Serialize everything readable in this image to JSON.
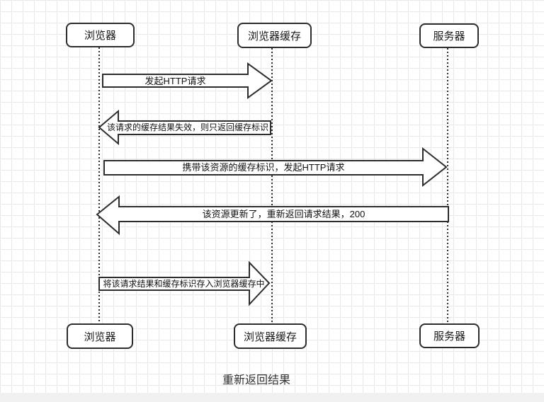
{
  "colors": {
    "stroke": "#2d2d2d",
    "shape_fill": "#ffffff",
    "grid_line": "#e9e9e9",
    "canvas_bg": "#ffffff",
    "bottom_bar": "#f0f0f1"
  },
  "actors_top": [
    {
      "label": "浏览器"
    },
    {
      "label": "浏览器缓存"
    },
    {
      "label": "服务器"
    }
  ],
  "actors_bottom": [
    {
      "label": "浏览器"
    },
    {
      "label": "浏览器缓存"
    },
    {
      "label": "服务器"
    }
  ],
  "messages": [
    {
      "label": "发起HTTP请求",
      "from": "浏览器",
      "to": "浏览器缓存",
      "direction": "right"
    },
    {
      "label": "该请求的缓存结果失效，则只返回缓存标识",
      "from": "浏览器缓存",
      "to": "浏览器",
      "direction": "left"
    },
    {
      "label": "携带该资源的缓存标识，发起HTTP请求",
      "from": "浏览器",
      "to": "服务器",
      "direction": "right"
    },
    {
      "label": "该资源更新了，重新返回请求结果，200",
      "from": "服务器",
      "to": "浏览器",
      "direction": "left"
    },
    {
      "label": "将该请求结果和缓存标识存入浏览器缓存中",
      "from": "浏览器",
      "to": "浏览器缓存",
      "direction": "right"
    }
  ],
  "caption": "重新返回结果"
}
